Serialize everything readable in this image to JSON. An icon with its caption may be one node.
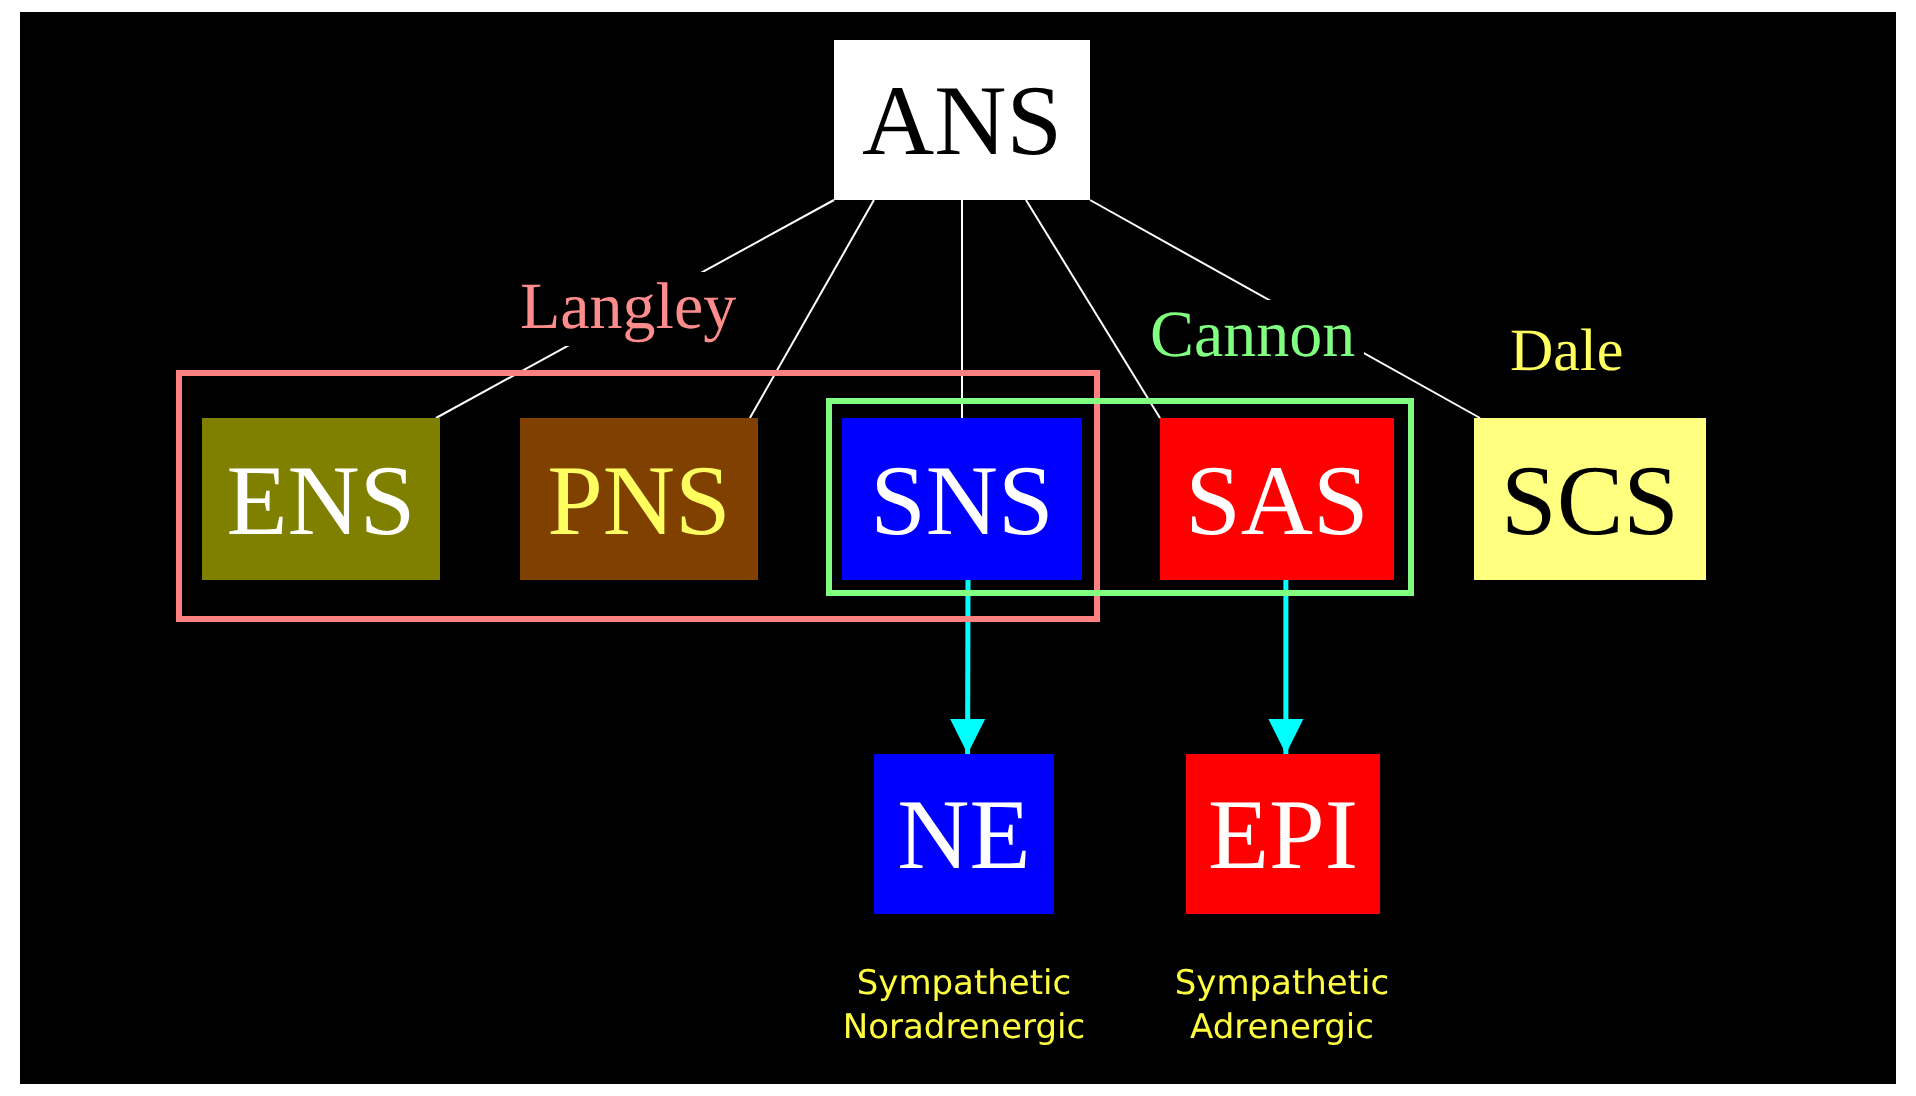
{
  "diagram": {
    "nodes": [
      {
        "text": [
          "ANS"
        ]
      },
      {
        "text": [
          "Langley"
        ]
      },
      {
        "text": [
          "ENS"
        ],
        "in": 1
      },
      {
        "text": [
          "PNS"
        ],
        "in": 1
      },
      {
        "text": [
          "Cannon"
        ]
      },
      {
        "text": [
          "SNS"
        ]
      },
      {
        "text": [
          "SAS"
        ],
        "in": 4
      },
      {
        "text": [
          "SCS"
        ],
        "beside": [
          "Dale"
        ]
      },
      {
        "text": [
          "NE"
        ],
        "beside": [
          "Sympathetic Noradrenergic"
        ]
      },
      {
        "text": [
          "EPI"
        ],
        "beside": [
          "Sympathetic Adrenergic"
        ]
      }
    ],
    "edges": [
      {
        "from": 0,
        "to": 2,
        "arrow": "none"
      },
      {
        "from": 0,
        "to": 3,
        "arrow": "none"
      },
      {
        "from": 0,
        "to": 5,
        "arrow": "none"
      },
      {
        "from": 0,
        "to": 6,
        "arrow": "none"
      },
      {
        "from": 0,
        "to": 7,
        "arrow": "none"
      },
      {
        "from": 5,
        "to": 8,
        "arrow": "to",
        "style": "thick",
        "color": "#00ffff"
      },
      {
        "from": 6,
        "to": 9,
        "arrow": "to",
        "style": "thick",
        "color": "#00ffff"
      }
    ]
  }
}
